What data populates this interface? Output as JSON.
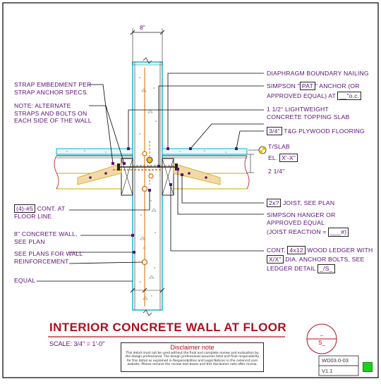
{
  "dimension_top": "8\"",
  "labels": {
    "strap_embed_1": "STRAP EMBEDMENT PER",
    "strap_embed_2": "STRAP ANCHOR SPECS.",
    "note_1": "NOTE: ALTERNATE",
    "note_2": "STRAPS AND BOLTS ON",
    "note_3": "EACH SIDE OF THE WALL",
    "cont_qty": "(4)-#5",
    "cont_at": "CONT. AT",
    "cont_floor": "FLOOR LINE",
    "wall_1": "8\" CONCRETE WALL,",
    "wall_2": "SEE PLAN",
    "reinf_1": "SEE PLANS FOR WALL",
    "reinf_2": "REINFORCEMENT",
    "equal": "EQUAL",
    "diaphragm": "DIAPHRAGM BOUNDARY NAILING",
    "simpson_pre": "SIMPSON \"",
    "simpson_model": "PAT",
    "simpson_post": "\" ANCHOR (OR",
    "approved_at": "APPROVED EQUAL) AT",
    "spacing_blank": "__\"o.c.",
    "lw_1": "1 1/2\" LIGHTWEIGHT",
    "lw_2": "CONCRETE TOPPING SLAB",
    "ply_thk": "3/4\"",
    "ply_text": "T&G PLYWOOD FLOORING",
    "tslab": "T/SLAB",
    "el_pre": "EL.",
    "el_val": "X'-X\"",
    "two_quarter": "2 1/4\"",
    "joist_box": "2x?",
    "joist_text": "JOIST, SEE PLAN",
    "hanger_1": "SIMPSON HANGER OR",
    "hanger_2": "APPROVED EQUAL",
    "hanger_3_pre": "(JOIST REACTION =",
    "hanger_3_blank": "___#)",
    "ledger_pre": "CONT.",
    "ledger_size": "4x12",
    "ledger_text": "WOOD LEDGER WITH",
    "bolt_dia": "X/X\"",
    "bolt_text": "DIA. ANCHOR BOLTS, SEE",
    "ledger_detail_pre": "LEDGER DETAIL",
    "ledger_detail_ref": "_/S_"
  },
  "title": "INTERIOR CONCRETE WALL AT FLOOR",
  "scale": "SCALE:  3/4\" = 1'-0\"",
  "disclaimer": {
    "heading": "Disclaimer note",
    "body": "This detail must not be used without the final and complete review and evaluation by the design professional. The design professional assumes total and final responsibility for this detail as explained in Responsibilities and Legal Notices in the ceilencst.com website. Please remove the review text boxes and this disclaimer note after review."
  },
  "bubble": {
    "top": "_",
    "bottom": "S_"
  },
  "sheet_code": "WD03.0-03",
  "version": "V1.1",
  "colors": {
    "label": "#5a0f78",
    "title": "#b01020",
    "concrete_outline": "#00b4c8",
    "slab": "#00b4c8",
    "ledger_wood": "#a05a2c",
    "joist": "#c8a800",
    "rebar": "#d06a00",
    "leader": "#000000",
    "status_green": "#19d219"
  }
}
